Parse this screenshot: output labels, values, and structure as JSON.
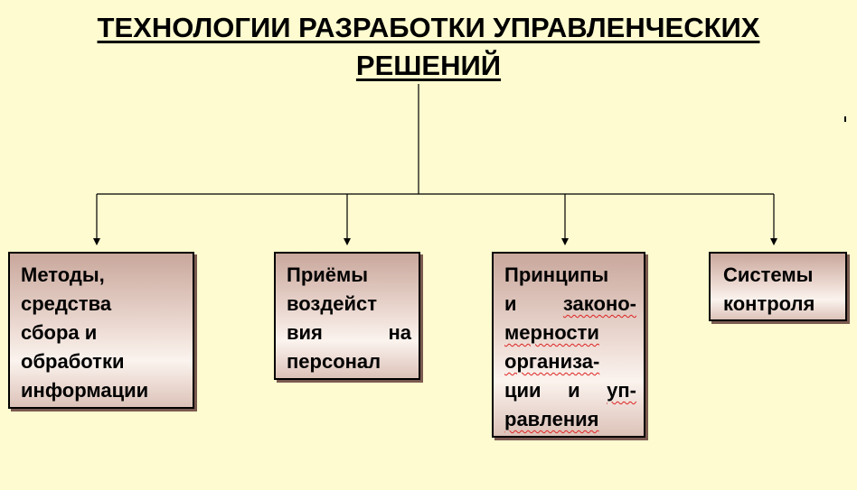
{
  "title": {
    "line1": "ТЕХНОЛОГИИ РАЗРАБОТКИ УПРАВЛЕНЧЕСКИХ",
    "line2": "РЕШЕНИЙ"
  },
  "boxes": [
    {
      "lines": [
        "Методы,",
        "средства",
        "сбора и",
        "обработки",
        "информации"
      ]
    },
    {
      "lines": [
        "Приёмы",
        "воздейст",
        "вия на",
        "персонал"
      ]
    },
    {
      "lines": [
        "Принципы",
        "и законо-",
        "мерности",
        "организа-",
        "ции и уп-",
        "равления"
      ]
    },
    {
      "lines": [
        "Системы",
        "контроля"
      ]
    }
  ]
}
